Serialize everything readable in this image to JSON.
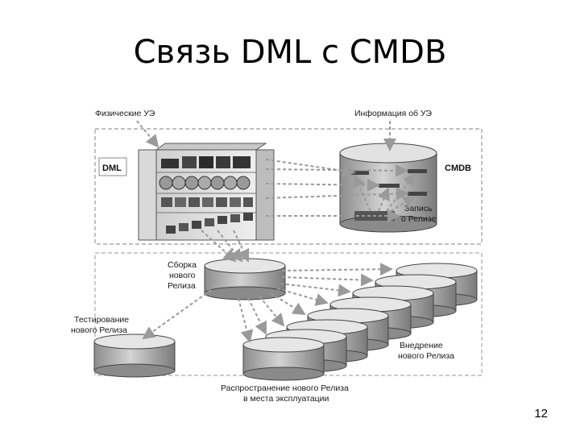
{
  "slide": {
    "title": "Связь DML с CMDB",
    "page_number": "12"
  },
  "diagram": {
    "label_physical_ci": "Физические УЭ",
    "label_ci_info": "Информация об УЭ",
    "label_dml": "DML",
    "label_cmdb": "CMDB",
    "label_record_line1": "Запись",
    "label_record_line2": "о Релизе",
    "label_build_line1": "Сборка",
    "label_build_line2": "нового",
    "label_build_line3": "Релиза",
    "label_test_line1": "Тестирование",
    "label_test_line2": "нового Релиза",
    "label_deploy_line1": "Внедрение",
    "label_deploy_line2": "нового Релиза",
    "label_distribute_line1": "Распространение нового Релиза",
    "label_distribute_line2": "в места эксплуатации"
  }
}
